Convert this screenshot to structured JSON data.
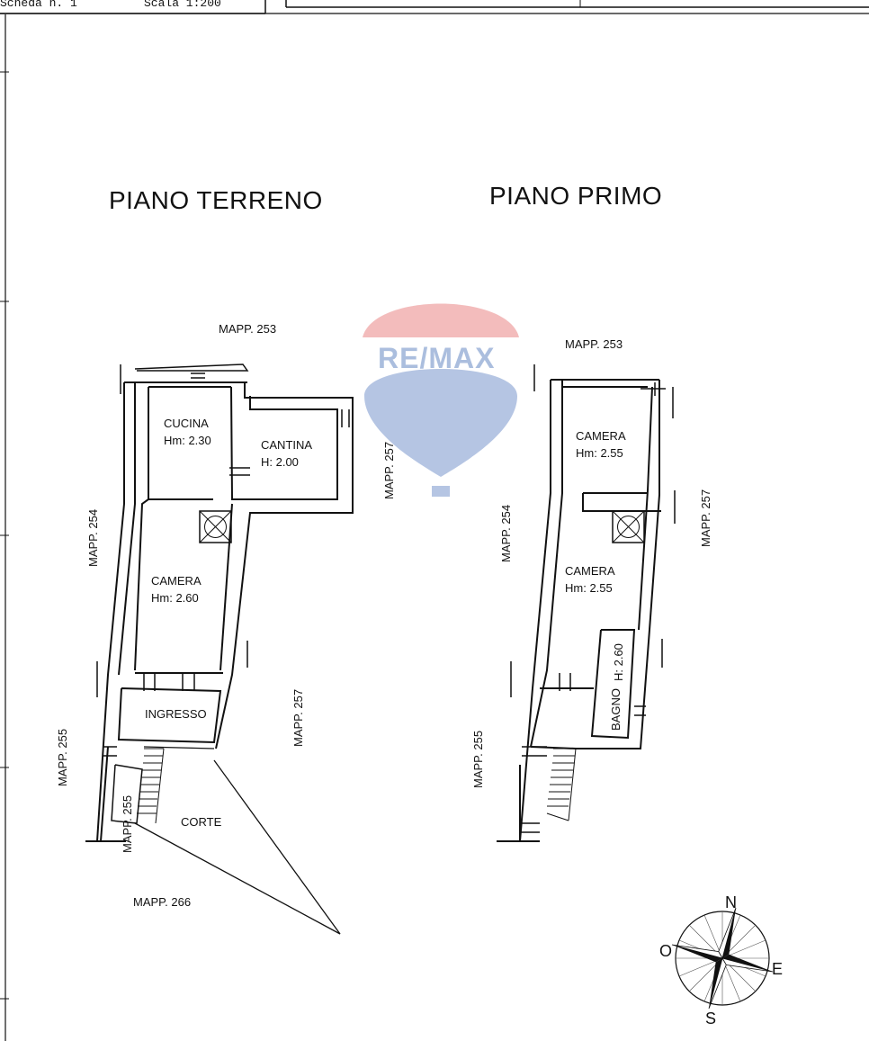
{
  "header": {
    "scheda": "Scheda n. 1",
    "scala": "Scala 1:200"
  },
  "floors": {
    "ground": {
      "title": "PIANO TERRENO",
      "labels": {
        "top": "MAPP. 253",
        "left": "MAPP. 254",
        "left_low": "MAPP. 255",
        "inner_255": "MAPP. 255",
        "right_top": "MAPP. 257",
        "right_low": "MAPP. 257",
        "bottom": "MAPP. 266"
      },
      "rooms": {
        "cucina_name": "CUCINA",
        "cucina_h": "Hm: 2.30",
        "cantina_name": "CANTINA",
        "cantina_h": "H: 2.00",
        "camera_name": "CAMERA",
        "camera_h": "Hm: 2.60",
        "ingresso_name": "INGRESSO",
        "corte_name": "CORTE"
      }
    },
    "first": {
      "title": "PIANO PRIMO",
      "labels": {
        "top": "MAPP. 253",
        "left": "MAPP. 254",
        "right": "MAPP. 257",
        "left_low": "MAPP. 255"
      },
      "rooms": {
        "camera1_name": "CAMERA",
        "camera1_h": "Hm: 2.55",
        "camera2_name": "CAMERA",
        "camera2_h": "Hm: 2.55",
        "bagno_name": "BAGNO",
        "bagno_h": "H: 2.60"
      }
    }
  },
  "watermark": {
    "text": "RE/MAX",
    "color_red": "#e46a6a",
    "color_blue": "#5a7fc2"
  },
  "compass": {
    "n": "N",
    "s": "S",
    "e": "E",
    "o": "O"
  }
}
